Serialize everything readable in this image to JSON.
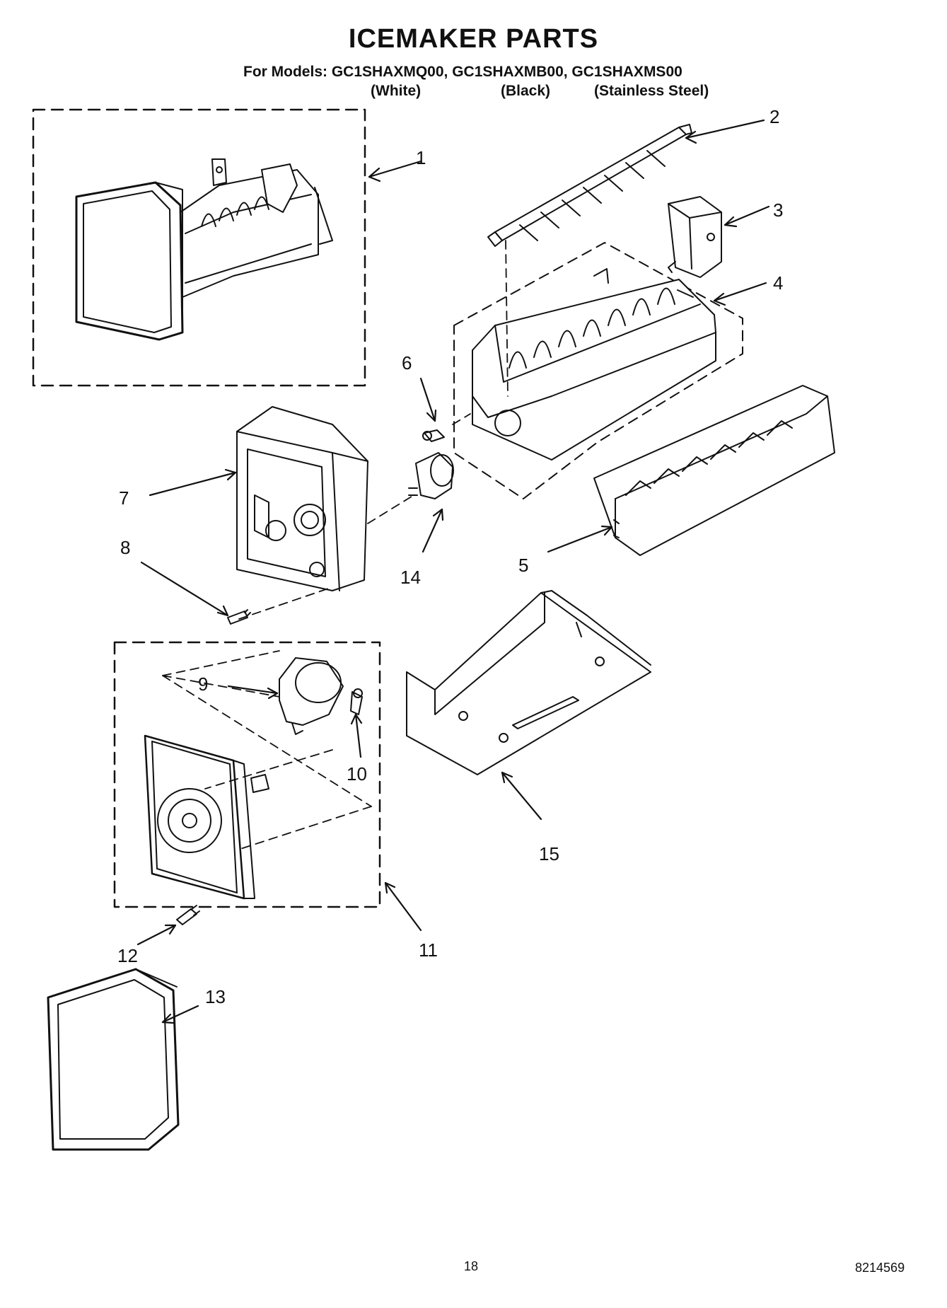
{
  "title": "ICEMAKER PARTS",
  "models_line": "For Models: GC1SHAXMQ00, GC1SHAXMB00, GC1SHAXMS00",
  "variants": [
    "(White)",
    "(Black)",
    "(Stainless Steel)"
  ],
  "callouts": [
    "1",
    "2",
    "3",
    "4",
    "5",
    "6",
    "7",
    "8",
    "9",
    "10",
    "11",
    "12",
    "13",
    "14",
    "15"
  ],
  "page_number": "18",
  "document_number": "8214569"
}
